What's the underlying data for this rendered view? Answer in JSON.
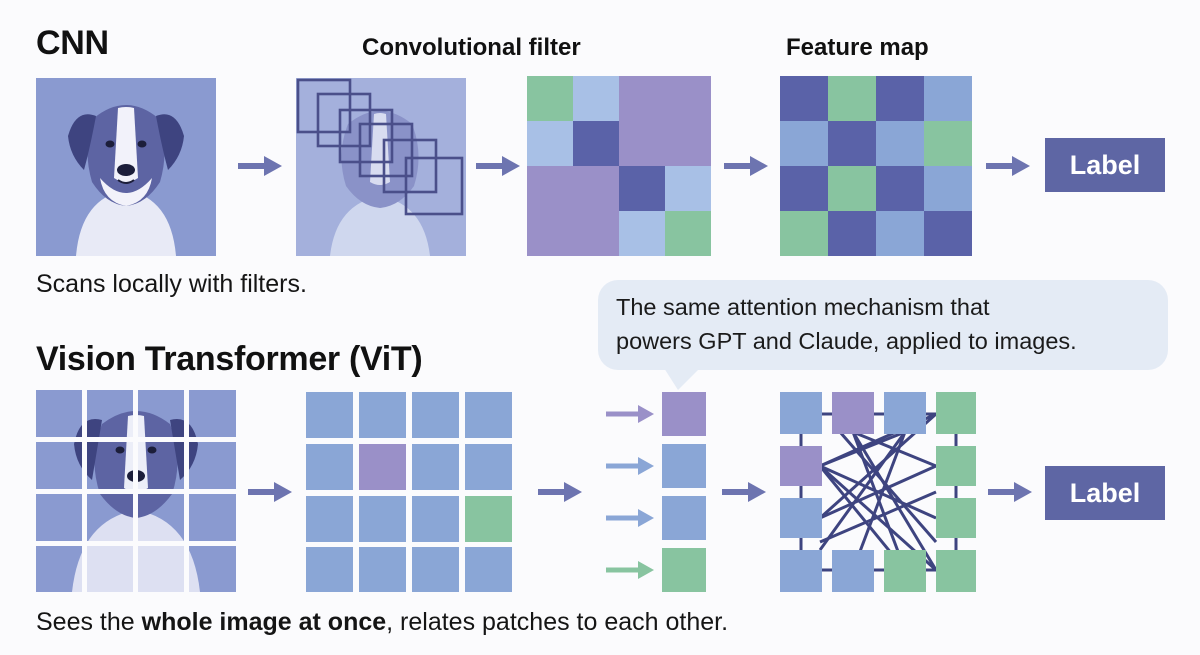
{
  "cnn": {
    "title": "CNN",
    "filter_label": "Convolutional filter",
    "feature_label": "Feature map",
    "output_label": "Label",
    "caption": "Scans locally with filters."
  },
  "vit": {
    "title": "Vision Transformer (ViT)",
    "output_label": "Label",
    "caption_pre": "Sees the ",
    "caption_bold": "whole image at once",
    "caption_post": ", relates patches to each other."
  },
  "callout": {
    "line1": "The same attention mechanism that",
    "line2": "powers GPT and Claude, applied to images."
  },
  "colors": {
    "image_bg": "#8a9ad0",
    "blue": "#8aa6d6",
    "light_blue": "#a8c0e6",
    "navy": "#5a62a8",
    "purple": "#9a90c8",
    "green": "#88c4a0",
    "arrow": "#6d74b0",
    "label_bg": "#5e66a4",
    "bubble_bg": "#e4ebf5"
  }
}
